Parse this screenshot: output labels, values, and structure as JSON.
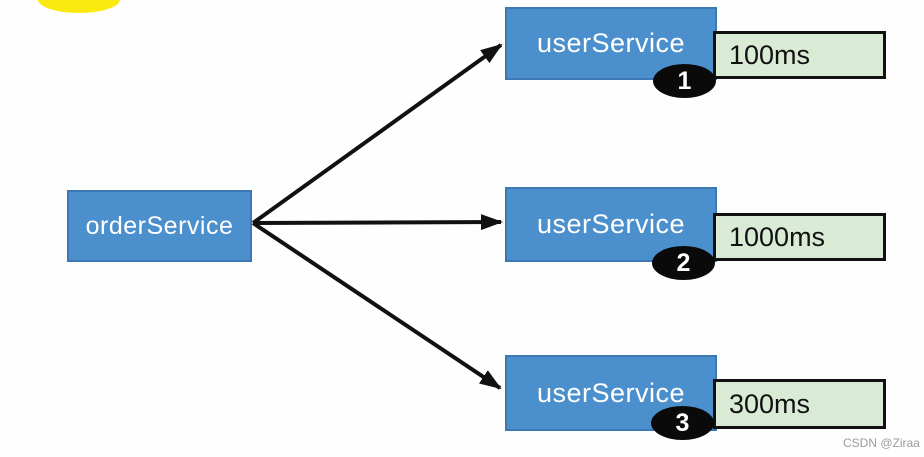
{
  "diagram": {
    "source": {
      "label": "orderService"
    },
    "targets": [
      {
        "label": "userService",
        "badge": "1",
        "latency": "100ms"
      },
      {
        "label": "userService",
        "badge": "2",
        "latency": "1000ms"
      },
      {
        "label": "userService",
        "badge": "3",
        "latency": "300ms"
      }
    ],
    "watermark": "CSDN @Ziraa",
    "icons": {
      "highlight_blob": "yellow-highlight-blob",
      "arrowhead": "arrowhead-icon"
    },
    "colors": {
      "canvas_bg": "#fdfefd",
      "node_fill": "#4b8fcc",
      "node_border": "#3b78b5",
      "node_text": "#ffffff",
      "latency_fill": "#daebd5",
      "latency_border": "#111111",
      "latency_text": "#111111",
      "badge_fill": "#0a0a0a",
      "badge_text": "#ffffff",
      "arrow": "#111111",
      "highlight": "#fce90d",
      "watermark_text": "#9b9b9b"
    }
  }
}
